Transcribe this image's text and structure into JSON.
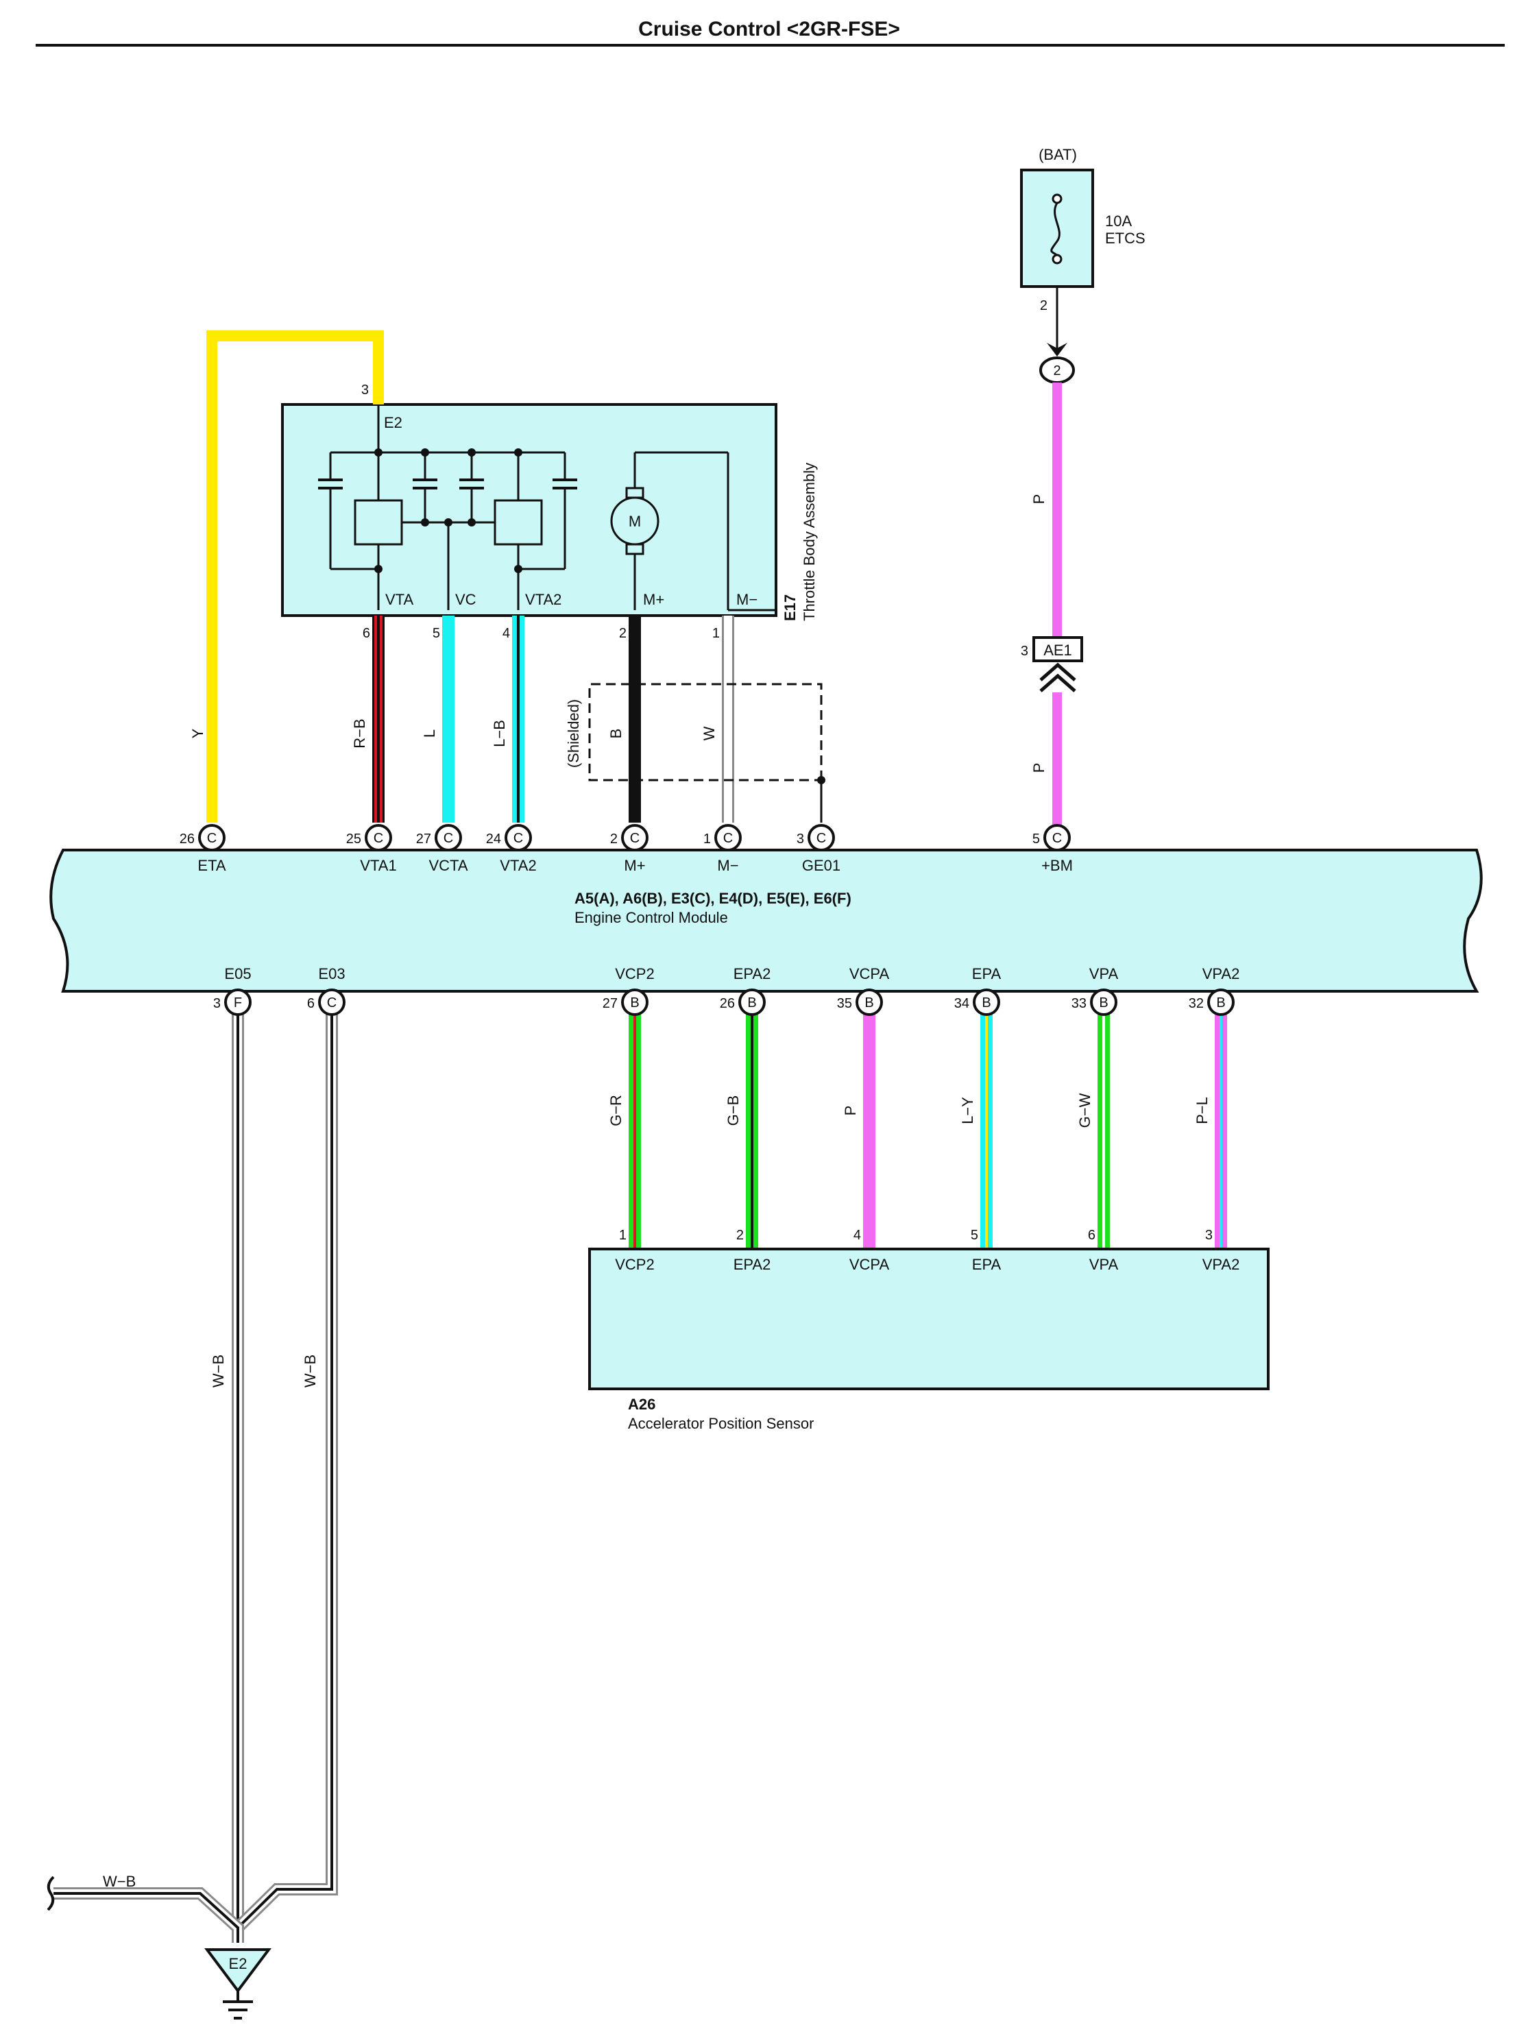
{
  "title": "Cruise Control <2GR-FSE>",
  "colors": {
    "body_fill": "#ccf7f7",
    "yellow": "#ffea00",
    "red": "#e0141e",
    "cyan": "#18f2f2",
    "black": "#111111",
    "pink": "#f26af2",
    "green": "#1ee11e",
    "gray": "#8a8a8a"
  },
  "bat": {
    "label": "(BAT)",
    "fuse_rating": "10A",
    "fuse_name": "ETCS",
    "pin": "2",
    "junction_pin": "2"
  },
  "ae1": {
    "label": "AE1",
    "pin": "3"
  },
  "throttle": {
    "code": "E17",
    "name": "Throttle Body Assembly",
    "pins": [
      {
        "num": "3",
        "name": "E2"
      },
      {
        "num": "6",
        "name": "VTA"
      },
      {
        "num": "5",
        "name": "VC"
      },
      {
        "num": "4",
        "name": "VTA2"
      },
      {
        "num": "2",
        "name": "M+"
      },
      {
        "num": "1",
        "name": "M−"
      }
    ],
    "motor_label": "M"
  },
  "shielded_label": "(Shielded)",
  "ecm": {
    "codes": "A5(A), A6(B), E3(C), E4(D), E5(E), E6(F)",
    "name": "Engine Control Module",
    "top_pins": [
      {
        "num": "26",
        "conn": "C",
        "name": "ETA",
        "wire": "Y"
      },
      {
        "num": "25",
        "conn": "C",
        "name": "VTA1",
        "wire": "R−B"
      },
      {
        "num": "27",
        "conn": "C",
        "name": "VCTA",
        "wire": "L"
      },
      {
        "num": "24",
        "conn": "C",
        "name": "VTA2",
        "wire": "L−B"
      },
      {
        "num": "2",
        "conn": "C",
        "name": "M+",
        "wire": "B"
      },
      {
        "num": "1",
        "conn": "C",
        "name": "M−",
        "wire": "W"
      },
      {
        "num": "3",
        "conn": "C",
        "name": "GE01",
        "wire": ""
      },
      {
        "num": "5",
        "conn": "C",
        "name": "+BM",
        "wire": "P"
      }
    ],
    "bottom_pins": [
      {
        "num": "3",
        "conn": "F",
        "name": "E05",
        "wire": "W−B"
      },
      {
        "num": "6",
        "conn": "C",
        "name": "E03",
        "wire": "W−B"
      },
      {
        "num": "27",
        "conn": "B",
        "name": "VCP2",
        "wire": "G−R"
      },
      {
        "num": "26",
        "conn": "B",
        "name": "EPA2",
        "wire": "G−B"
      },
      {
        "num": "35",
        "conn": "B",
        "name": "VCPA",
        "wire": "P"
      },
      {
        "num": "34",
        "conn": "B",
        "name": "EPA",
        "wire": "L−Y"
      },
      {
        "num": "33",
        "conn": "B",
        "name": "VPA",
        "wire": "G−W"
      },
      {
        "num": "32",
        "conn": "B",
        "name": "VPA2",
        "wire": "P−L"
      }
    ]
  },
  "pink_wire_upper": "P",
  "accel": {
    "code": "A26",
    "name": "Accelerator Position Sensor",
    "pins": [
      {
        "num": "1",
        "name": "VCP2"
      },
      {
        "num": "2",
        "name": "EPA2"
      },
      {
        "num": "4",
        "name": "VCPA"
      },
      {
        "num": "5",
        "name": "EPA"
      },
      {
        "num": "6",
        "name": "VPA"
      },
      {
        "num": "3",
        "name": "VPA2"
      }
    ]
  },
  "ground": {
    "label": "E2",
    "incoming_wire": "W−B"
  }
}
